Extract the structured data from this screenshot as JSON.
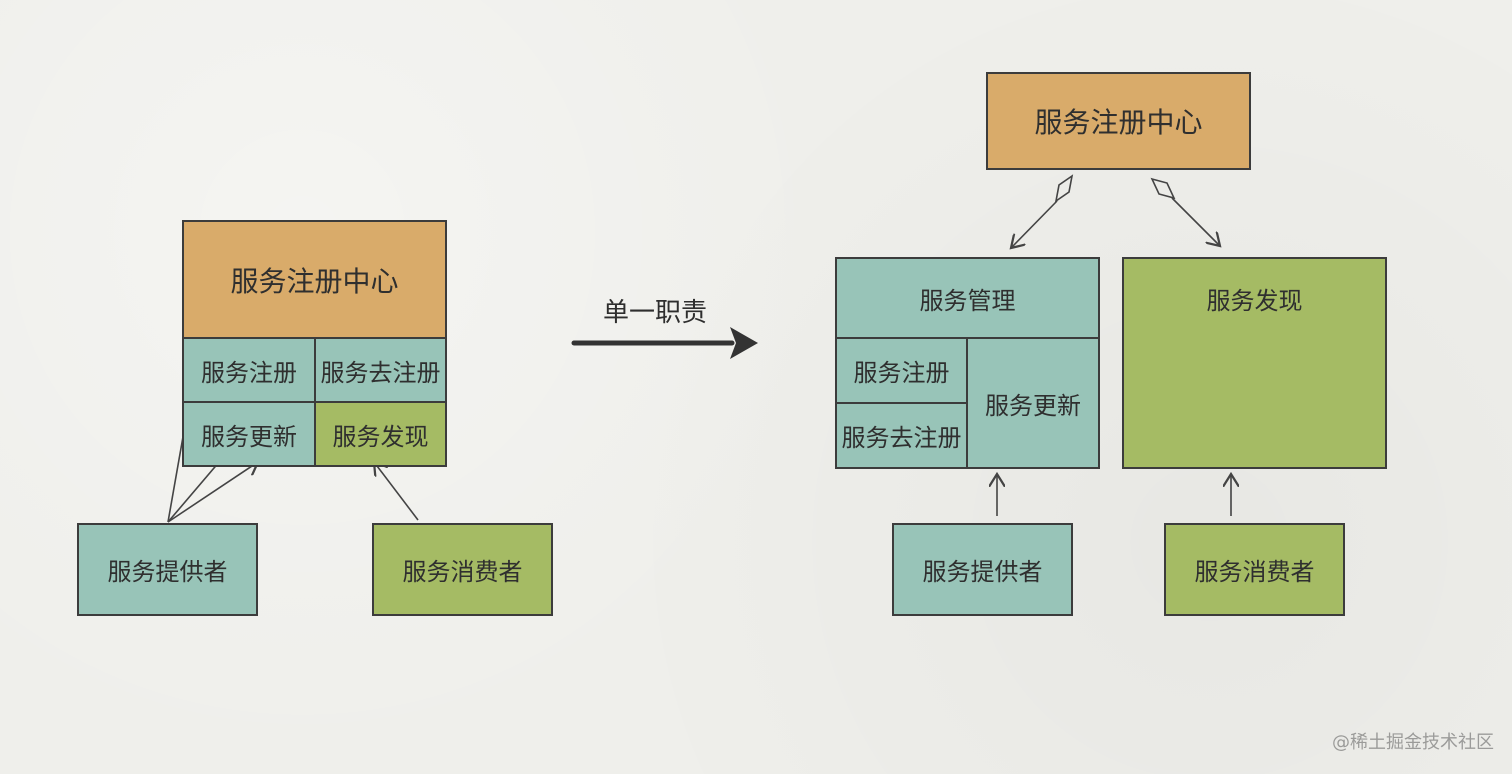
{
  "left": {
    "registry_center": "服务注册中心",
    "register": "服务注册",
    "deregister": "服务去注册",
    "update": "服务更新",
    "discovery": "服务发现",
    "provider": "服务提供者",
    "consumer": "服务消费者"
  },
  "middle": {
    "transform_label": "单一职责"
  },
  "right": {
    "registry_center": "服务注册中心",
    "service_management": "服务管理",
    "register": "服务注册",
    "deregister": "服务去注册",
    "update": "服务更新",
    "discovery": "服务发现",
    "provider": "服务提供者",
    "consumer": "服务消费者"
  },
  "watermark": "@稀土掘金技术社区",
  "colors": {
    "registry_orange": "#d9ab6a",
    "teal": "#98c4b8",
    "green": "#a5bb64",
    "background": "#efefeb"
  }
}
